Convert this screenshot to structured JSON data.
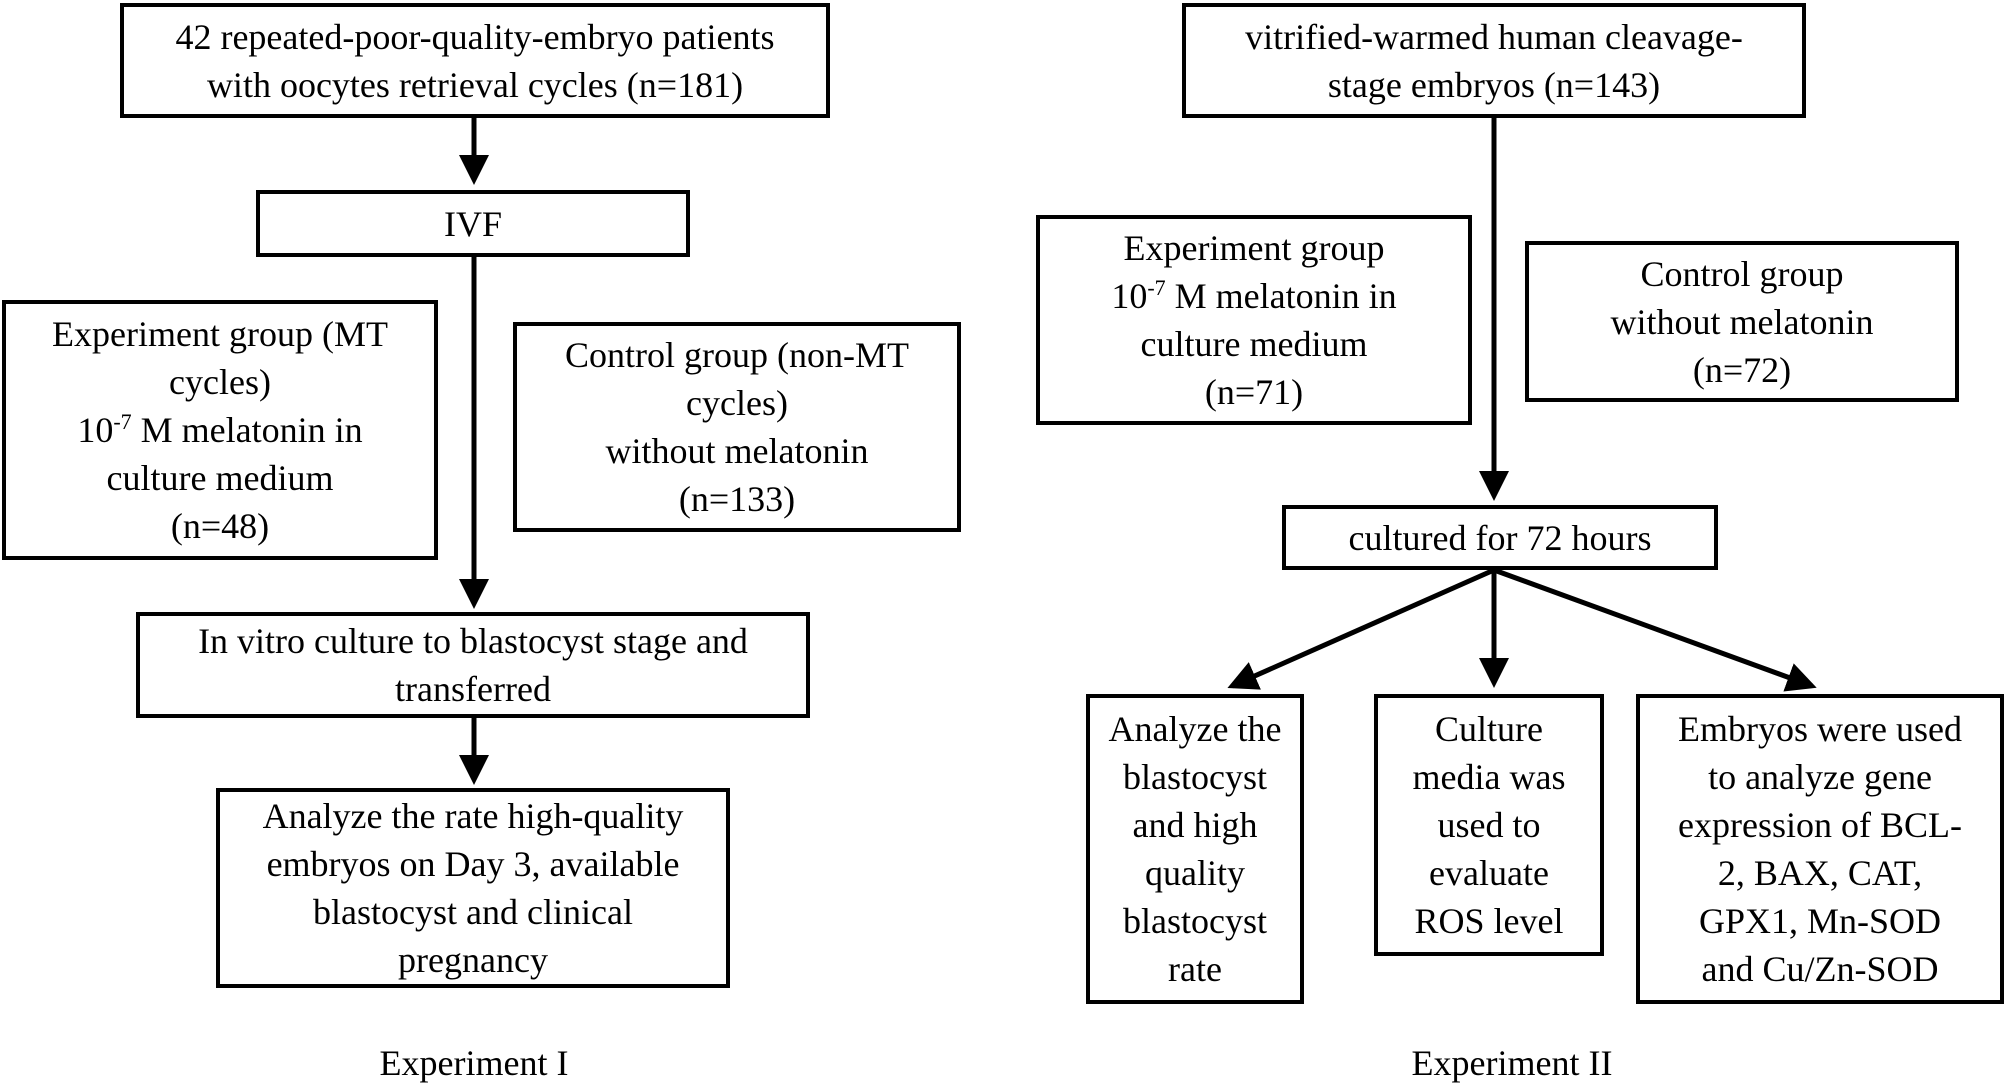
{
  "experiment1": {
    "start_box": {
      "line1": "42 repeated-poor-quality-embryo patients",
      "line2": "with oocytes retrieval cycles (n=181)"
    },
    "ivf_box": {
      "label": "IVF"
    },
    "experiment_group": {
      "line1": "Experiment group (MT",
      "line2": "cycles)",
      "dose_number": "10",
      "dose_exponent": "-7",
      "dose_rest": " M melatonin in",
      "line4": "culture medium",
      "line5": "(n=48)"
    },
    "control_group": {
      "line1": "Control group (non-MT",
      "line2": "cycles)",
      "line3": "without melatonin",
      "line4": "(n=133)"
    },
    "culture_box": {
      "line1": "In vitro culture to blastocyst stage and",
      "line2": "transferred"
    },
    "analyze_box": {
      "line1": "Analyze the rate high-quality",
      "line2": "embryos on Day 3, available",
      "line3": "blastocyst and clinical",
      "line4": "pregnancy"
    },
    "caption": "Experiment I"
  },
  "experiment2": {
    "start_box": {
      "line1": "vitrified-warmed human cleavage-",
      "line2": "stage embryos  (n=143)"
    },
    "experiment_group": {
      "line1": "Experiment group",
      "dose_number": "10",
      "dose_exponent": "-7",
      "dose_rest": " M melatonin in",
      "line3": "culture medium",
      "line4": "(n=71)"
    },
    "control_group": {
      "line1": "Control group",
      "line2": "without melatonin",
      "line3": "(n=72)"
    },
    "cultured_box": {
      "label": "cultured for 72 hours"
    },
    "outcome_blastocyst": {
      "line1": "Analyze the",
      "line2": "blastocyst",
      "line3": "and high",
      "line4": "quality",
      "line5": "blastocyst",
      "line6": "rate"
    },
    "outcome_ros": {
      "line1": "Culture",
      "line2": "media was",
      "line3": "used to",
      "line4": "evaluate",
      "line5": "ROS level"
    },
    "outcome_genes": {
      "line1": "Embryos were used",
      "line2": "to analyze gene",
      "line3": "expression of BCL-",
      "line4": "2, BAX, CAT,",
      "line5": "GPX1, Mn-SOD",
      "line6": "and Cu/Zn-SOD"
    },
    "caption": "Experiment II"
  },
  "colors": {
    "stroke": "#000000",
    "background": "#ffffff"
  }
}
